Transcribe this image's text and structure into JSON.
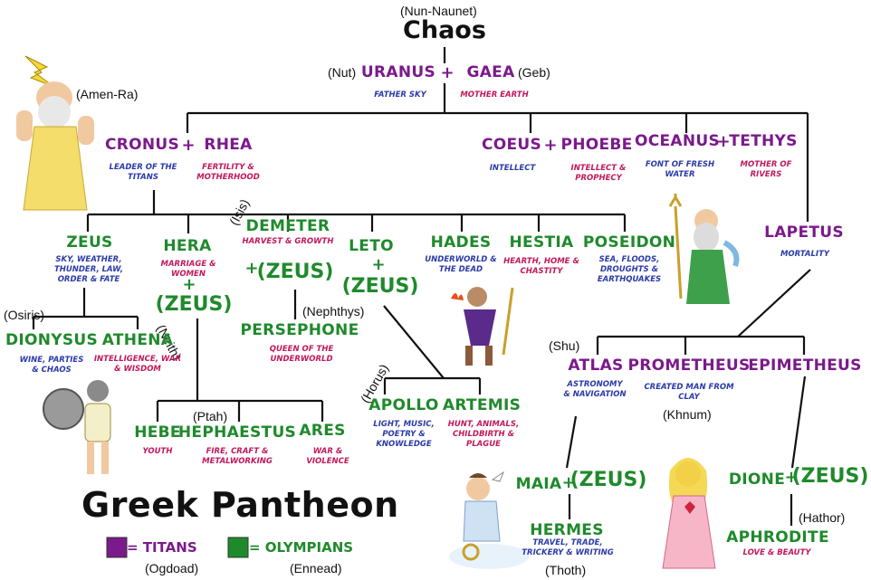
{
  "title": "Greek Pantheon",
  "root": {
    "name": "Chaos",
    "egyptian": "(Nun-Naunet)"
  },
  "uranus": {
    "name": "URANUS",
    "desc": "FATHER SKY",
    "egyptian": "(Nut)"
  },
  "gaea": {
    "name": "GAEA",
    "desc": "MOTHER EARTH",
    "egyptian": "(Geb)"
  },
  "zeus_top_egyptian": "(Amen-Ra)",
  "cronus": {
    "name": "CRONUS",
    "desc": "LEADER OF THE TITANS"
  },
  "rhea": {
    "name": "RHEA",
    "desc": "FERTILITY & MOTHERHOOD"
  },
  "coeus": {
    "name": "COEUS",
    "desc": "INTELLECT"
  },
  "phoebe": {
    "name": "PHOEBE",
    "desc": "INTELLECT & PROPHECY"
  },
  "oceanus": {
    "name": "OCEANUS",
    "desc": "FONT OF FRESH WATER"
  },
  "tethys": {
    "name": "TETHYS",
    "desc": "MOTHER OF RIVERS"
  },
  "lapetus": {
    "name": "LAPETUS",
    "desc": "MORTALITY"
  },
  "zeus": {
    "name": "ZEUS",
    "desc": "SKY, WEATHER, THUNDER, LAW, ORDER & FATE"
  },
  "hera": {
    "name": "HERA",
    "desc": "MARRIAGE & WOMEN",
    "zeus": "(ZEUS)"
  },
  "demeter": {
    "name": "DEMETER",
    "desc": "HARVEST & GROWTH",
    "zeus": "(ZEUS)",
    "egyptian": "(Isis)"
  },
  "leto": {
    "name": "LETO",
    "zeus": "(ZEUS)"
  },
  "hades": {
    "name": "HADES",
    "desc": "UNDERWORLD & THE DEAD"
  },
  "hestia": {
    "name": "HESTIA",
    "desc": "HEARTH, HOME & CHASTITY"
  },
  "poseidon": {
    "name": "POSEIDON",
    "desc": "SEA, FLOODS, DROUGHTS & EARTHQUAKES"
  },
  "dionysus": {
    "name": "DIONYSUS",
    "desc": "WINE, PARTIES & CHAOS",
    "egyptian": "(Osiris)"
  },
  "athena": {
    "name": "ATHENA",
    "desc": "INTELLIGENCE, WAR & WISDOM",
    "egyptian": "(Neith)"
  },
  "persephone": {
    "name": "PERSEPHONE",
    "desc": "QUEEN OF THE UNDERWORLD",
    "egyptian": "(Nephthys)"
  },
  "apollo": {
    "name": "APOLLO",
    "desc": "LIGHT, MUSIC, POETRY & KNOWLEDGE",
    "egyptian": "(Horus)"
  },
  "artemis": {
    "name": "ARTEMIS",
    "desc": "HUNT, ANIMALS, CHILDBIRTH & PLAGUE"
  },
  "hebe": {
    "name": "HEBE",
    "desc": "YOUTH"
  },
  "hephaestus": {
    "name": "HEPHAESTUS",
    "desc": "FIRE, CRAFT & METALWORKING",
    "egyptian": "(Ptah)"
  },
  "ares": {
    "name": "ARES",
    "desc": "WAR & VIOLENCE"
  },
  "atlas": {
    "name": "ATLAS",
    "desc": "ASTRONOMY & NAVIGATION",
    "egyptian": "(Shu)"
  },
  "prometheus": {
    "name": "PROMETHEUS",
    "desc": "CREATED MAN FROM CLAY",
    "egyptian": "(Khnum)"
  },
  "epimetheus": {
    "name": "EPIMETHEUS"
  },
  "maia": {
    "name": "MAIA",
    "zeus": "(ZEUS)"
  },
  "dione": {
    "name": "DIONE",
    "zeus": "(ZEUS)"
  },
  "hermes": {
    "name": "HERMES",
    "desc": "TRAVEL, TRADE, TRICKERY & WRITING",
    "egyptian": "(Thoth)"
  },
  "aphrodite": {
    "name": "APHRODITE",
    "desc": "LOVE & BEAUTY",
    "egyptian": "(Hathor)"
  },
  "legend": {
    "titans": {
      "label": "= TITANS",
      "egyptian": "(Ogdoad)",
      "color": "#7b1a8b"
    },
    "olympians": {
      "label": "= OLYMPIANS",
      "egyptian": "(Ennead)",
      "color": "#1f8a2c"
    }
  },
  "plus_sign": "+"
}
